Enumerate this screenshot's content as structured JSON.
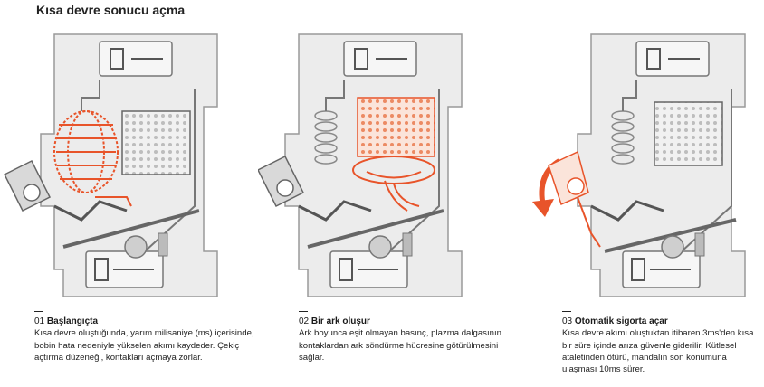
{
  "title": "Kısa devre sonucu açma",
  "accent": "#e8542a",
  "steps": [
    {
      "number": "01",
      "title": "Başlangıçta",
      "body": "Kısa devre oluştuğunda, yarım milisaniye (ms) içerisinde, bobin hata nedeniyle yükselen akımı kaydeder. Çekiç açtırma düzeneği, kontakları açmaya zorlar."
    },
    {
      "number": "02",
      "title": "Bir ark oluşur",
      "body": "Ark boyunca eşit olmayan basınç, plazma dalgasının kontaklardan ark söndürme hücresine götürülmesini sağlar."
    },
    {
      "number": "03",
      "title": "Otomatik sigorta açar",
      "body": "Kısa devre akımı oluştuktan itibaren 3ms'den kısa bir süre içinde arıza güvenle giderilir. Kütlesel ataletinden ötürü, mandalın son konumuna ulaşması 10ms sürer."
    }
  ]
}
